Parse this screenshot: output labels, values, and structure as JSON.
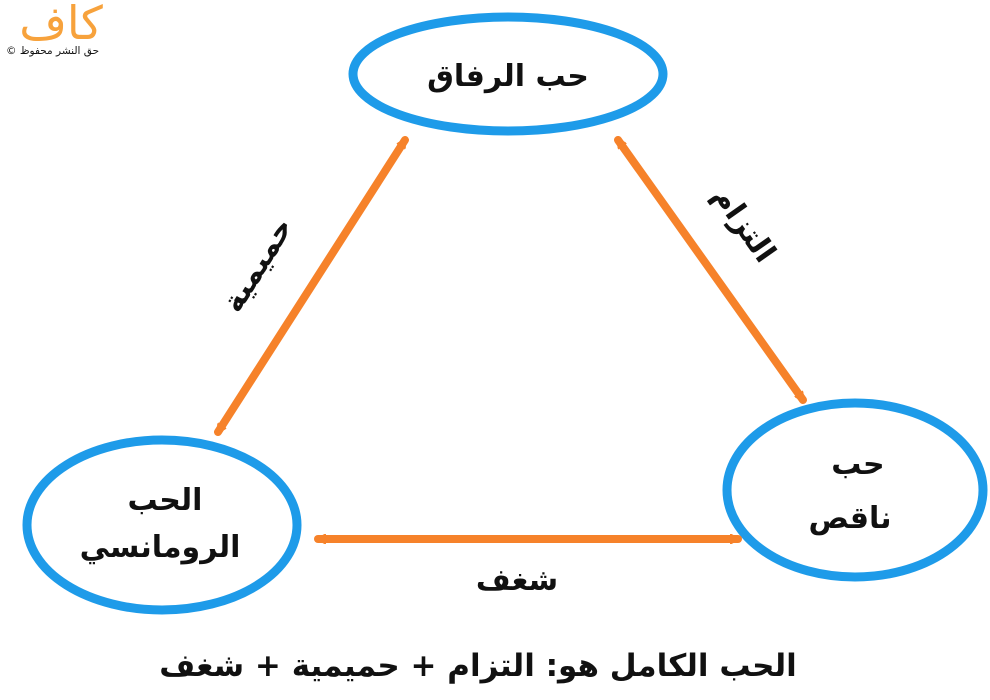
{
  "logo": {
    "text": "كاف",
    "copyright": "حق النشر محفوظ ©"
  },
  "nodes": {
    "companionate": {
      "lines": [
        "حب الرفاق"
      ]
    },
    "romantic": {
      "lines": [
        "الحب",
        "الرومانسي"
      ]
    },
    "incomplete": {
      "lines": [
        "حب",
        "ناقص"
      ]
    }
  },
  "edges": {
    "intimacy": "حميمية",
    "commitment": "التزام",
    "passion": "شغف"
  },
  "footer": "الحب الكامل هو: التزام + حميمية + شغف",
  "colors": {
    "node_stroke": "#1e9be9",
    "arrow": "#f6822a",
    "logo": "#f7a23c"
  }
}
